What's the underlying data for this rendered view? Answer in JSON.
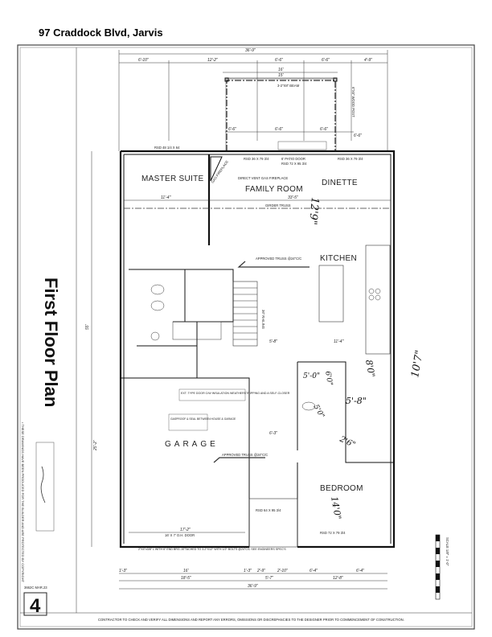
{
  "header": {
    "title": "97 Craddock Blvd, Jarvis"
  },
  "sheet": {
    "heading": "First Floor Plan",
    "number": "4",
    "drawing_code": "3662C MAR.23",
    "copyright_note": "• THESE DRAWINGS HAVE BEEN PRODUCED FOR THE BUILDER AND ARE PROTECTED BY COPYRIGHT",
    "footer_note": "CONTRACTOR TO CHECK AND VERIFY ALL DIMENSIONS AND REPORT ANY ERRORS, OMISSIONS OR DISCREPANCIES TO THE DESIGNER PRIOR TO COMMENCEMENT OF CONSTRUCTION.",
    "scale": "SCALE 1/8\" = 1'-0\""
  },
  "rooms": {
    "master_suite": "MASTER SUITE",
    "family_room": "FAMILY ROOM",
    "dinette": "DINETTE",
    "kitchen": "KITCHEN",
    "garage": "GARAGE",
    "bedroom": "BEDROOM"
  },
  "dimensions": {
    "top_overall": "36'-9\"",
    "top_segments": [
      "6'-10\"",
      "12'-2\"",
      "6'-6\"",
      "6'-6\"",
      "4'-9\""
    ],
    "deck_outer": "16'",
    "deck_inner": "15'",
    "deck_segments": [
      "6'-6\"",
      "6'-6\"",
      "6'-6\"",
      "6'-6\""
    ],
    "bottom_segments": [
      "1'-3\"",
      "16'",
      "1'-3\"",
      "2'-9\"",
      "2'-10\"",
      "6'-4\"",
      "6'-4\""
    ],
    "bottom_groups": [
      "18'-5\"",
      "5'-7\"",
      "12'-8\""
    ],
    "bottom_overall": "36'-9\"",
    "left_overall": "55'",
    "left_lower": "25'-2\"",
    "master_width": "11'-4\"",
    "family_width": "33'-5\"",
    "garage_width": "17'-2\"",
    "hall": "6'-3\"",
    "kitchen_run": "11'-4\"",
    "stair_offset": "5'-8\""
  },
  "notes": {
    "window_master": "RSD 48 1/4 X 64",
    "window_family": "RSD 36 X 79 3/4",
    "patio_door": "6' PATIO DOOR",
    "patio_rsd": "RSD 72 X 95 3/4",
    "window_dinette": "RSD 36 X 79 3/4",
    "gas_fireplace": "GAS FIREPLACE",
    "fireplace_note": "DIRECT VENT GAS FIREPLACE",
    "girder": "GIRDER TRUSS",
    "truss_top": "APPROVED TRUSS @24\"C/C",
    "truss_garage": "APPROVED TRUSS @24\"C/C",
    "beam": "3-2\"X8\" BEAM",
    "post": "6\"X6\" WOOD POST",
    "ext_door": "EXT. TYPE DOOR C/W INSULATION WEATHERSTRIPPING AND A SELF-CLOSER",
    "gasproof": "GASPROOF & SEAL BETWEEN HOUSE & GARAGE",
    "oh_door": "16' X 7' O.H. DOOR",
    "lintel": "2\"X4\"x3/8\" L WITH 6\" END BRG. ATTACHED TO 3-2\"X12\" WITH 1/2\" BOLTS @24\"C/C SEE ENGINEERS SPEC'S",
    "front_door": "RSD 64 X 95 3/4",
    "bedroom_window": "RSD 72 X 79 3/4",
    "railing": "36\" RAILING"
  },
  "handwritten": {
    "family_depth": "12'9\"",
    "right_side": "10'7\"",
    "bath_depth": "8'0\"",
    "bath_width": "5'-8\"",
    "closet": "5'-0\"",
    "wc_a": "6'0\"",
    "wc_b": "5'0\"",
    "hall": "2'6\"",
    "bedroom": "14'0\""
  }
}
